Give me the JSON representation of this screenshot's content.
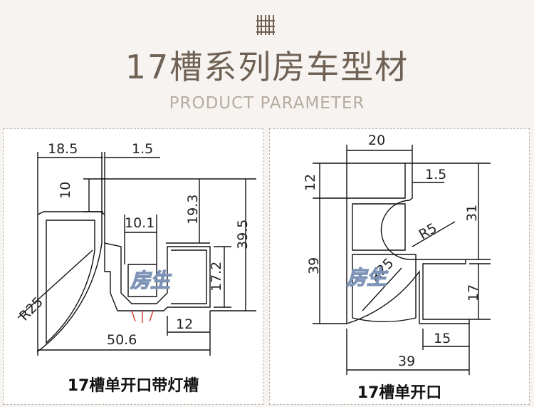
{
  "header": {
    "title": "17槽系列房车型材",
    "subtitle": "PRODUCT PARAMETER"
  },
  "left": {
    "caption": "17槽单开口带灯槽",
    "dims": {
      "d1": "18.5",
      "d2": "1.5",
      "d3": "10",
      "d4": "10.1",
      "d5": "19.3",
      "d6": "39.5",
      "d7": "17.2",
      "d8": "R25",
      "d9": "50.6",
      "d10": "12"
    }
  },
  "right": {
    "caption": "17槽单开口",
    "dims": {
      "d1": "20",
      "d2": "12",
      "d3": "1.5",
      "d4": "31",
      "d5": "R5",
      "d6": "39",
      "d7": "R25",
      "d8": "17",
      "d9": "15",
      "d10": "39"
    }
  },
  "watermark": "房生",
  "colors": {
    "title": "#6f6154",
    "subtitle": "#b6aca1",
    "background": "#f6f3f0",
    "watermark": "#7d94b7"
  }
}
